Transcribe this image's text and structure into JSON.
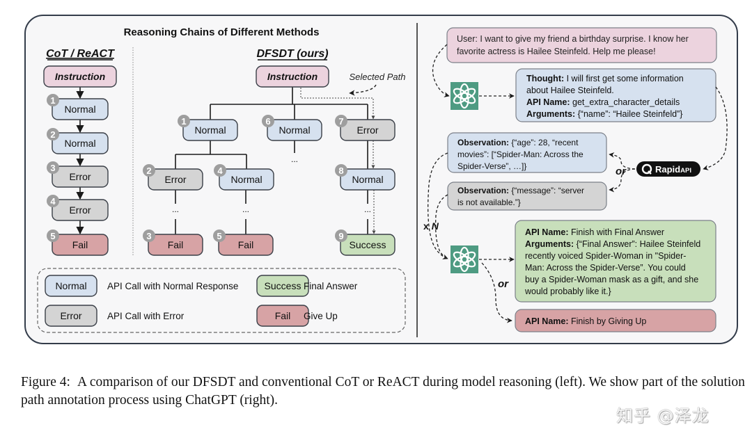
{
  "colors": {
    "panel_bg": "#f7f7f8",
    "panel_border": "#333c4a",
    "instruction": "#ecd3de",
    "normal": "#d6e1ef",
    "error": "#d4d4d4",
    "fail": "#d7a3a5",
    "success": "#c8dfbb",
    "badge": "#9e9e9e",
    "openai_green": "#4e9b82",
    "rapidapi_bg": "#111111",
    "edge": "#1a1a1a"
  },
  "left": {
    "title": "Reasoning Chains of Different Methods",
    "cot": {
      "heading": "CoT / ReACT",
      "instruction": "Instruction",
      "nodes": [
        {
          "num": "1",
          "label": "Normal",
          "kind": "normal"
        },
        {
          "num": "2",
          "label": "Normal",
          "kind": "normal"
        },
        {
          "num": "3",
          "label": "Error",
          "kind": "error"
        },
        {
          "num": "4",
          "label": "Error",
          "kind": "error"
        },
        {
          "num": "5",
          "label": "Fail",
          "kind": "fail"
        }
      ]
    },
    "dfsdt": {
      "heading": "DFSDT (ours)",
      "instruction": "Instruction",
      "selected_path_label": "Selected Path",
      "ellipsis": "...",
      "nodes": [
        {
          "num": "1",
          "label": "Normal",
          "kind": "normal"
        },
        {
          "num": "2",
          "label": "Error",
          "kind": "error"
        },
        {
          "num": "3",
          "label": "Fail",
          "kind": "fail"
        },
        {
          "num": "4",
          "label": "Normal",
          "kind": "normal"
        },
        {
          "num": "5",
          "label": "Fail",
          "kind": "fail"
        },
        {
          "num": "6",
          "label": "Normal",
          "kind": "normal"
        },
        {
          "num": "7",
          "label": "Error",
          "kind": "error"
        },
        {
          "num": "8",
          "label": "Normal",
          "kind": "normal"
        },
        {
          "num": "9",
          "label": "Success",
          "kind": "success"
        }
      ]
    },
    "legend": [
      {
        "label": "Normal",
        "kind": "normal",
        "desc": "API Call with Normal Response"
      },
      {
        "label": "Error",
        "kind": "error",
        "desc": "API Call with Error"
      },
      {
        "label": "Success",
        "kind": "success",
        "desc": "Final Answer"
      },
      {
        "label": "Fail",
        "kind": "fail",
        "desc": "Give Up"
      }
    ]
  },
  "right": {
    "user_message": {
      "lines": [
        "User: I want to give my friend a birthday surprise. I know her",
        "favorite actress is Hailee Steinfeld. Help me please!"
      ]
    },
    "thought_box": {
      "thought_key": "Thought:",
      "thought_lines": [
        " I will first get some information",
        "about Hailee Steinfeld."
      ],
      "api_key": "API Name:",
      "api_value": " get_extra_character_details",
      "args_key": "Arguments:",
      "args_value": " {“name”: “Hailee Steinfeld”}"
    },
    "observation_ok": {
      "key": "Observation:",
      "lines": [
        " {“age”: 28, “recent",
        "movies”: [“Spider-Man: Across the",
        "Spider-Verse”, …]}"
      ]
    },
    "observation_err": {
      "key": "Observation:",
      "lines": [
        " {“message”: “server",
        "is not available.”}"
      ]
    },
    "or_label": "or",
    "repeat_label_x": "x",
    "repeat_label_n": "N",
    "rapidapi": {
      "brand": "Rapid",
      "suffix": "API",
      "icon": "rapidapi-logo-icon"
    },
    "chatgpt_icon": "openai-logo-icon",
    "final_box": {
      "api_key": "API Name:",
      "api_value": "  Finish with Final Answer",
      "args_key": "Arguments:",
      "lines": [
        " {“Final Answer”: Hailee Steinfeld",
        "recently voiced Spider-Woman in \"Spider-",
        "Man: Across the Spider-Verse”.  You could",
        "buy a Spider-Woman mask as a gift, and she",
        "would probably like it.}"
      ]
    },
    "giveup_box": {
      "api_key": "API Name:",
      "api_value": "  Finish by Giving Up"
    }
  },
  "caption": {
    "label": "Figure 4:",
    "text": "A comparison of our DFSDT and conventional CoT or ReACT during model reasoning (left). We show part of the solution path annotation process using ChatGPT (right)."
  },
  "watermark": "知乎 @泽龙"
}
